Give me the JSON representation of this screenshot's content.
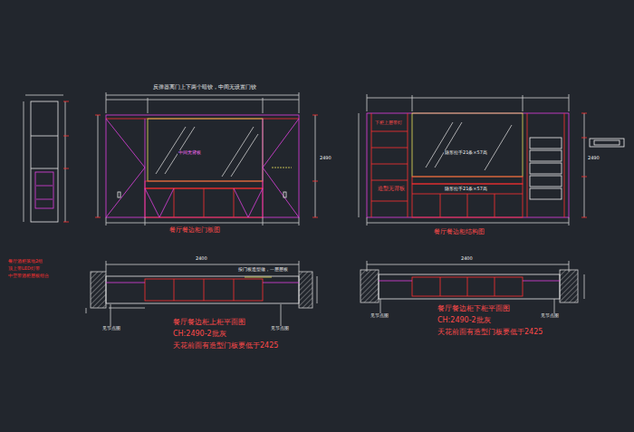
{
  "diagram": {
    "labels": [
      "反弹器离门上下两个暗铰，中间无设置门铰",
      "中间无背板",
      "餐厅餐边柜门板图",
      "餐厅餐边柜结构图",
      "下柜上层带灯",
      "隐形拉手21条×57高",
      "隐形拉手21条×57高",
      "造型无背板",
      "餐厅酒柜落地2组",
      "顶上带LED灯带",
      "中空带酒柜层板组合",
      "餐厅餐边柜上柜平面图",
      "CH:2490-2批灰",
      "天花前面有造型门板要低于2425",
      "餐厅餐边柜下柜平面图",
      "CH:2490-2批灰",
      "天花前面有造型门板要低于2425",
      "按门板造型做，一层层板",
      "见节点图",
      "见节点图",
      "见节点图",
      "见节点图",
      "2400",
      "2400",
      "2490",
      "2490"
    ]
  }
}
